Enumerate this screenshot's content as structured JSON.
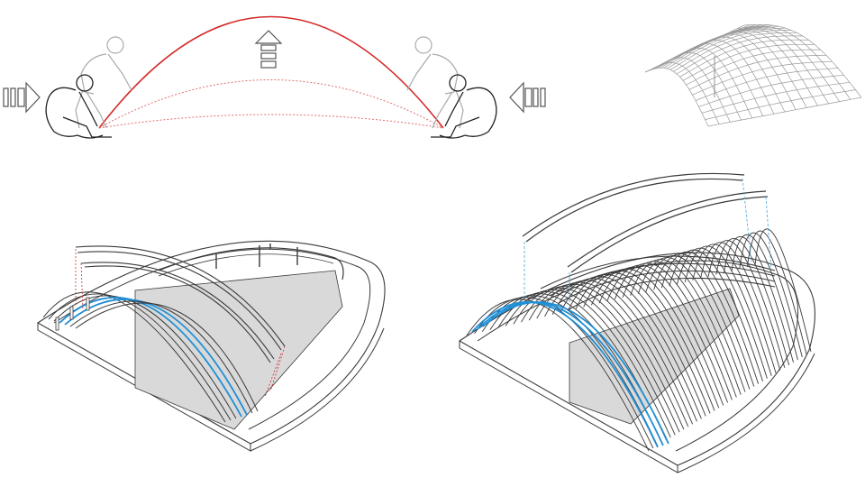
{
  "figure": {
    "panels": [
      {
        "name": "bending-sequence",
        "arrows": [
          "push-right-arrow",
          "lift-up-arrow",
          "push-left-arrow"
        ]
      },
      {
        "name": "gridshell-wireframe"
      },
      {
        "name": "assembly-step-1"
      },
      {
        "name": "assembly-step-2"
      }
    ],
    "colors": {
      "line": "#3a3a3a",
      "light_line": "#9a9a9a",
      "bent_strip": "#d42a2a",
      "highlight_rib": "#1f8fd6",
      "dashed_guide": "#5ab0e0",
      "wall_fill": "#d9d9d9"
    }
  }
}
